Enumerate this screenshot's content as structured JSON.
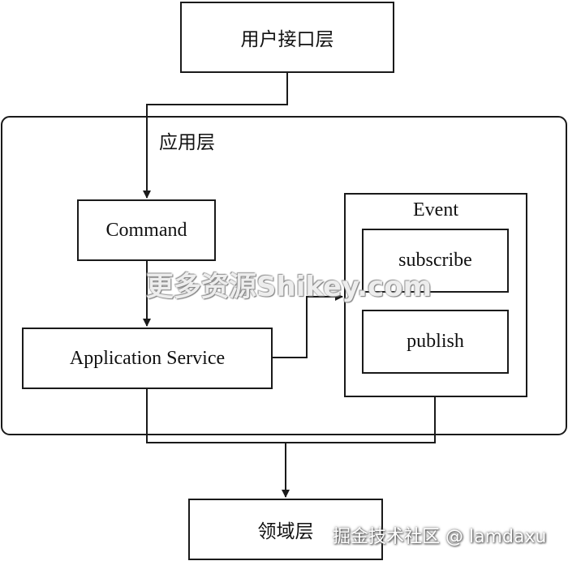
{
  "diagram": {
    "user_interface_layer": "用户接口层",
    "application_layer": "应用层",
    "command": "Command",
    "application_service": "Application Service",
    "event": "Event",
    "subscribe": "subscribe",
    "publish": "publish",
    "domain_layer": "领域层"
  },
  "overlays": {
    "watermark": "更多资源Shikey.com",
    "credit": "掘金技术社区 @ lamdaxu"
  },
  "colors": {
    "stroke": "#1a1a1a",
    "background": "#ffffff"
  }
}
